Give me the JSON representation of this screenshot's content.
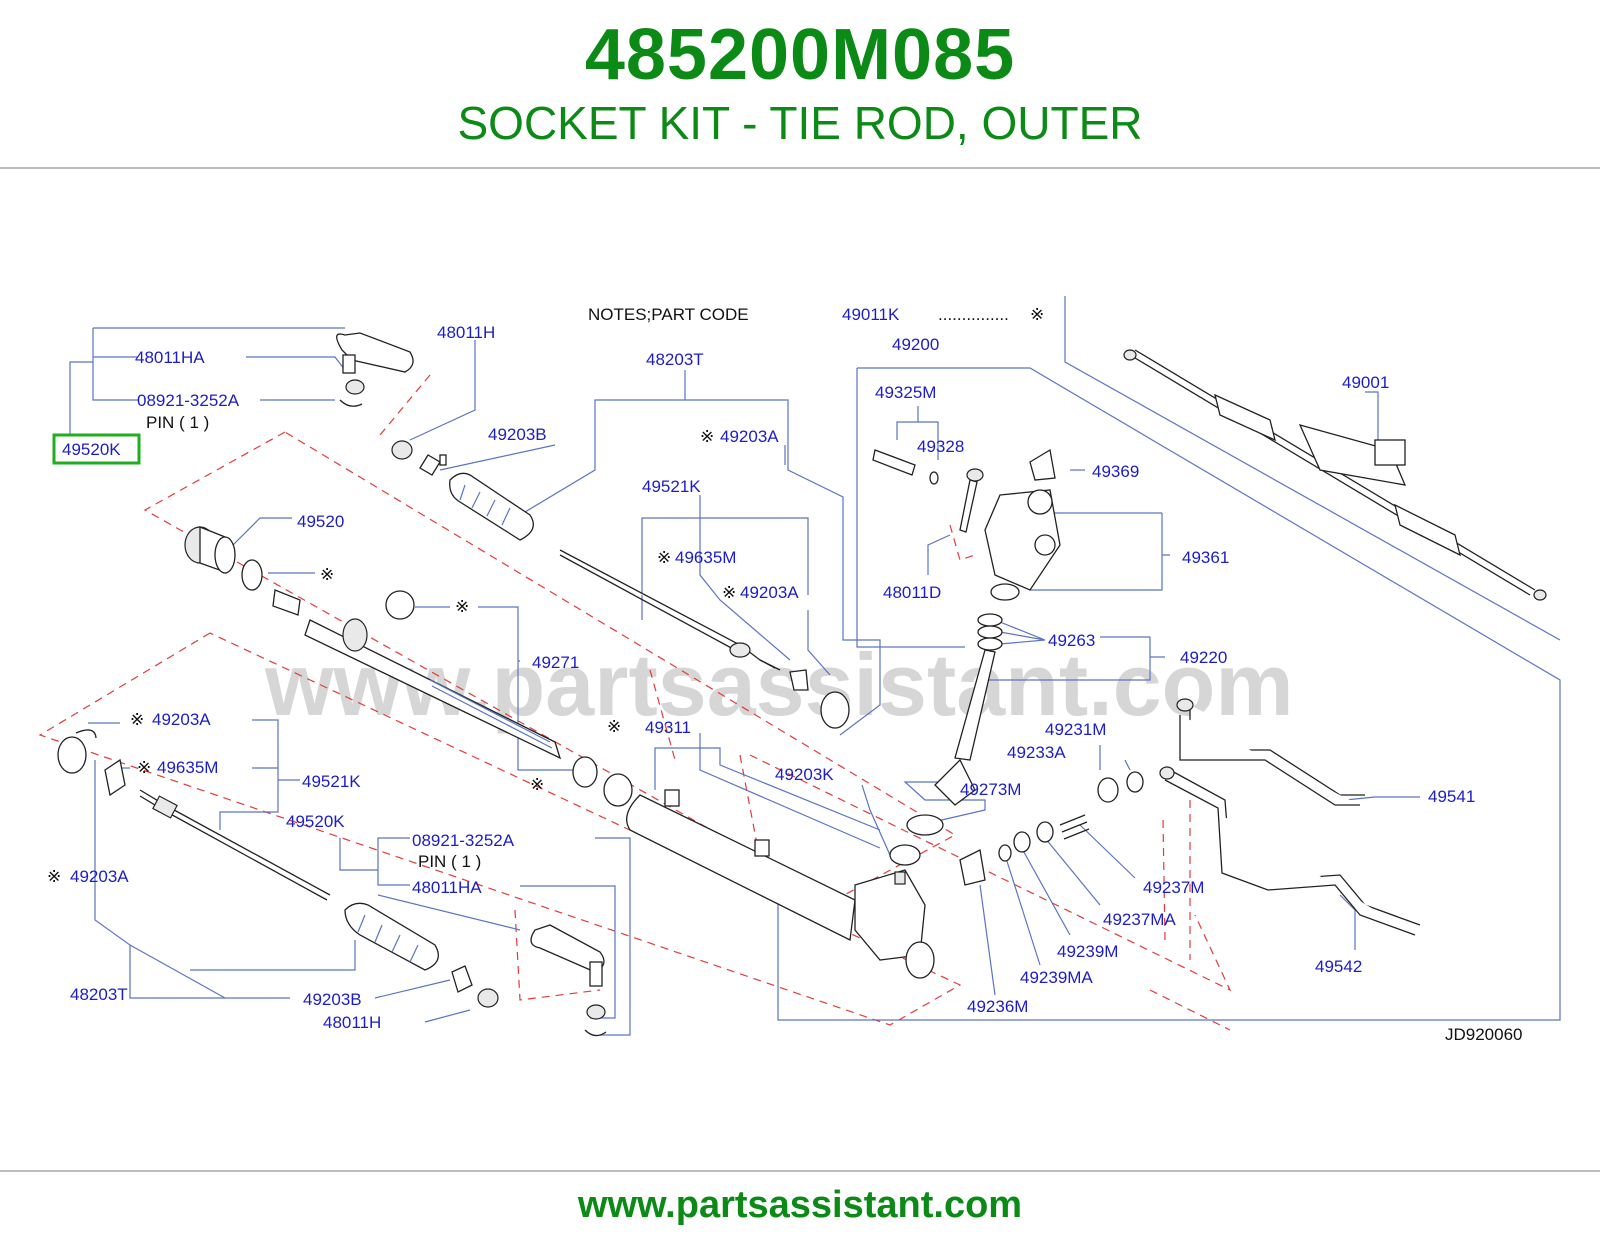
{
  "header": {
    "part_number": "485200M085",
    "part_name": "SOCKET KIT - TIE ROD, OUTER"
  },
  "diagram": {
    "watermark": "www.partsassistant.com",
    "notes": {
      "label": "NOTES;PART   CODE",
      "code": "49011K",
      "dots": "...............",
      "mark": "※"
    },
    "highlighted_label": "49520K",
    "drawing_code": "JD920060",
    "mark": "※",
    "labels": {
      "l48011HA_top": "48011HA",
      "l08921_top": "08921-3252A",
      "lpin_top": "PIN  ( 1 )",
      "l48011H_top": "48011H",
      "l48203T_top": "48203T",
      "l49203B_top": "49203B",
      "l49203A_top": "49203A",
      "l49520": "49520",
      "l49521K_top": "49521K",
      "l49635M_top": "49635M",
      "l49203A_mid": "49203A",
      "l49271": "49271",
      "l49203A_left": "49203A",
      "l49635M_left": "49635M",
      "l49521K_left": "49521K",
      "l49520K_mid": "49520K",
      "l08921_mid": "08921-3252A",
      "lpin_mid": "PIN  ( 1 )",
      "l48011HA_mid": "48011HA",
      "l49203A_bl": "49203A",
      "l48203T_bl": "48203T",
      "l49203B_bl": "49203B",
      "l48011H_bl": "48011H",
      "l49311": "49311",
      "l49203K": "49203K",
      "l49200": "49200",
      "l49325M": "49325M",
      "l49328": "49328",
      "l49369": "49369",
      "l49361": "49361",
      "l48011D": "48011D",
      "l49263": "49263",
      "l49220": "49220",
      "l49231M": "49231M",
      "l49233A": "49233A",
      "l49273M": "49273M",
      "l49237M": "49237M",
      "l49237MA": "49237MA",
      "l49239M": "49239M",
      "l49239MA": "49239MA",
      "l49236M": "49236M",
      "l49001": "49001",
      "l49541": "49541",
      "l49542": "49542"
    }
  },
  "footer": {
    "url": "www.partsassistant.com"
  },
  "colors": {
    "brand_green": "#0c8a16",
    "label_blue": "#1d1dc8",
    "leader_blue": "#5a74c2",
    "dash_red": "#e23b3b",
    "highlight_green": "#1fae1f"
  }
}
